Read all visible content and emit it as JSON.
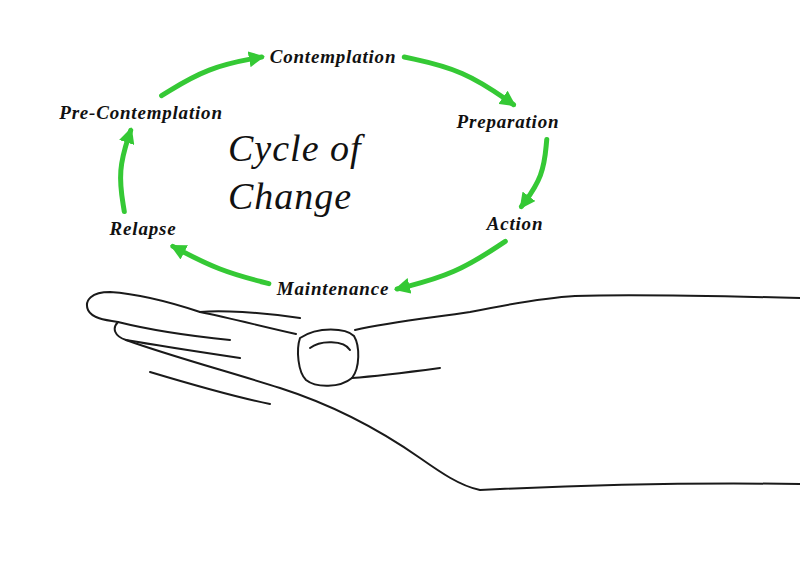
{
  "diagram": {
    "title": "Cycle of Change",
    "nodes": [
      {
        "text": [
          "Contemplation"
        ]
      },
      {
        "text": [
          "Pre-Contemplation"
        ]
      },
      {
        "text": [
          "Preparation"
        ]
      },
      {
        "text": [
          "Action"
        ]
      },
      {
        "text": [
          "Relapse"
        ]
      },
      {
        "text": [
          "Maintenance"
        ]
      }
    ],
    "edges": [
      {
        "from": 1,
        "to": 0,
        "arrow": "to"
      },
      {
        "from": 0,
        "to": 2,
        "arrow": "to"
      },
      {
        "from": 2,
        "to": 3,
        "arrow": "to"
      },
      {
        "from": 3,
        "to": 5,
        "arrow": "to"
      },
      {
        "from": 5,
        "to": 4,
        "arrow": "to"
      },
      {
        "from": 4,
        "to": 1,
        "arrow": "to"
      }
    ]
  }
}
